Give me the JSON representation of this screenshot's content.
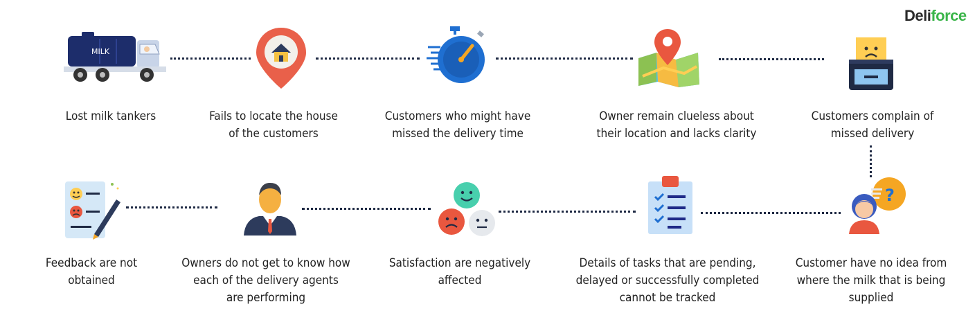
{
  "brand": {
    "part1": "Deli",
    "part2": "force"
  },
  "truck_label": "MILK",
  "steps": [
    {
      "id": "lost-tankers",
      "lines": [
        "Lost milk tankers"
      ]
    },
    {
      "id": "fails-locate",
      "lines": [
        "Fails to locate the house",
        "of the customers"
      ]
    },
    {
      "id": "missed-time",
      "lines": [
        "Customers who might have",
        "missed the delivery time"
      ]
    },
    {
      "id": "owner-clueless",
      "lines": [
        "Owner remain clueless about",
        "their location and lacks clarity"
      ]
    },
    {
      "id": "complain",
      "lines": [
        "Customers complain of",
        "missed delivery"
      ]
    },
    {
      "id": "no-idea",
      "lines": [
        "Customer have no idea from",
        "where the milk that is being",
        "supplied"
      ]
    },
    {
      "id": "tasks-untracked",
      "lines": [
        "Details of tasks that are pending,",
        "delayed or successfully completed",
        "cannot be tracked"
      ]
    },
    {
      "id": "satisfaction",
      "lines": [
        "Satisfaction are negatively",
        "affected"
      ]
    },
    {
      "id": "agents-performance",
      "lines": [
        "Owners do not get to know how",
        "each of the delivery agents",
        "are performing"
      ]
    },
    {
      "id": "feedback",
      "lines": [
        "Feedback are not",
        "obtained"
      ]
    }
  ],
  "colors": {
    "navy": "#1d2d6b",
    "connector": "#1f2a44",
    "accent": "#3bb54a",
    "pin": "#e9604a"
  }
}
